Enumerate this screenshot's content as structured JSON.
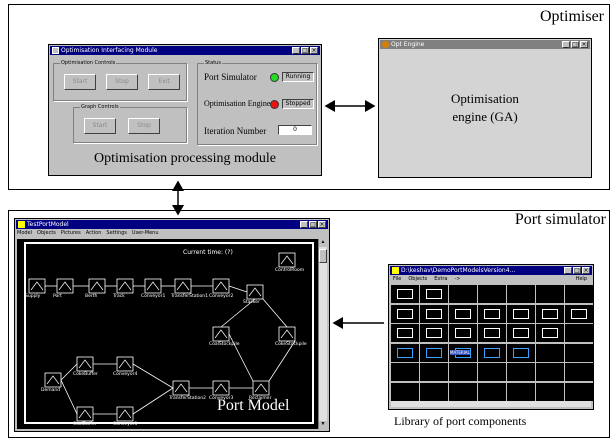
{
  "optimiser": {
    "label": "Optimiser",
    "module_caption": "Optimisation processing module",
    "interfacing_window": {
      "title": "Optimisation Interfacing Module",
      "optimisation_controls": {
        "label": "Optimisation Controls",
        "start": "Start",
        "stop": "Stop",
        "exit": "Exit"
      },
      "graph_controls": {
        "label": "Graph Controls",
        "start": "Start",
        "stop": "Stop"
      },
      "status": {
        "label": "Status",
        "port_simulator_label": "Port Simulator",
        "port_simulator_state": "Running",
        "port_simulator_color": "#22dd22",
        "engine_label": "Optimisation Engine",
        "engine_state": "Stopped",
        "engine_color": "#ee1111",
        "iteration_label": "Iteration Number",
        "iteration_value": "0"
      }
    },
    "engine_window": {
      "title": "Opt Engine",
      "text_line1": "Optimisation",
      "text_line2": "engine (GA)"
    }
  },
  "port_simulator": {
    "label": "Port simulator",
    "model_window": {
      "title": "TestPortModel",
      "menu": [
        "Model",
        "Objects",
        "Pictures",
        "Action",
        "Settings",
        "User-Menu"
      ],
      "current_time": "Current time: (?)",
      "watermark": "Port Model",
      "nodes": {
        "supply": "Supply",
        "port": "Port",
        "berth": "Berth",
        "track": "Track",
        "conveyor1": "Conveyor1",
        "transfer1": "TransferStation1",
        "conveyor2": "Conveyor2",
        "stacker": "Stacker",
        "control_room": "ControlRoom",
        "coal_stockpile": "CoalStockpile",
        "coke_stockpile": "CokeStockpile",
        "coke_buffer": "CokeBuffer",
        "conveyor4": "Conveyor4",
        "demand": "Demand",
        "transfer2": "TransferStation2",
        "conveyor3": "Conveyor3",
        "reclaimer": "Reclaimer",
        "coal_buffer": "CoalBuffer",
        "conveyor5": "Conveyor5"
      }
    },
    "library_window": {
      "title": "D:\\keshav\\DemoPortModelsVersion4...",
      "menu": [
        "File",
        "Objects",
        "Extra",
        "->"
      ],
      "help": "Help",
      "caption": "Library of port components",
      "material_label": "MATERIAL"
    }
  }
}
